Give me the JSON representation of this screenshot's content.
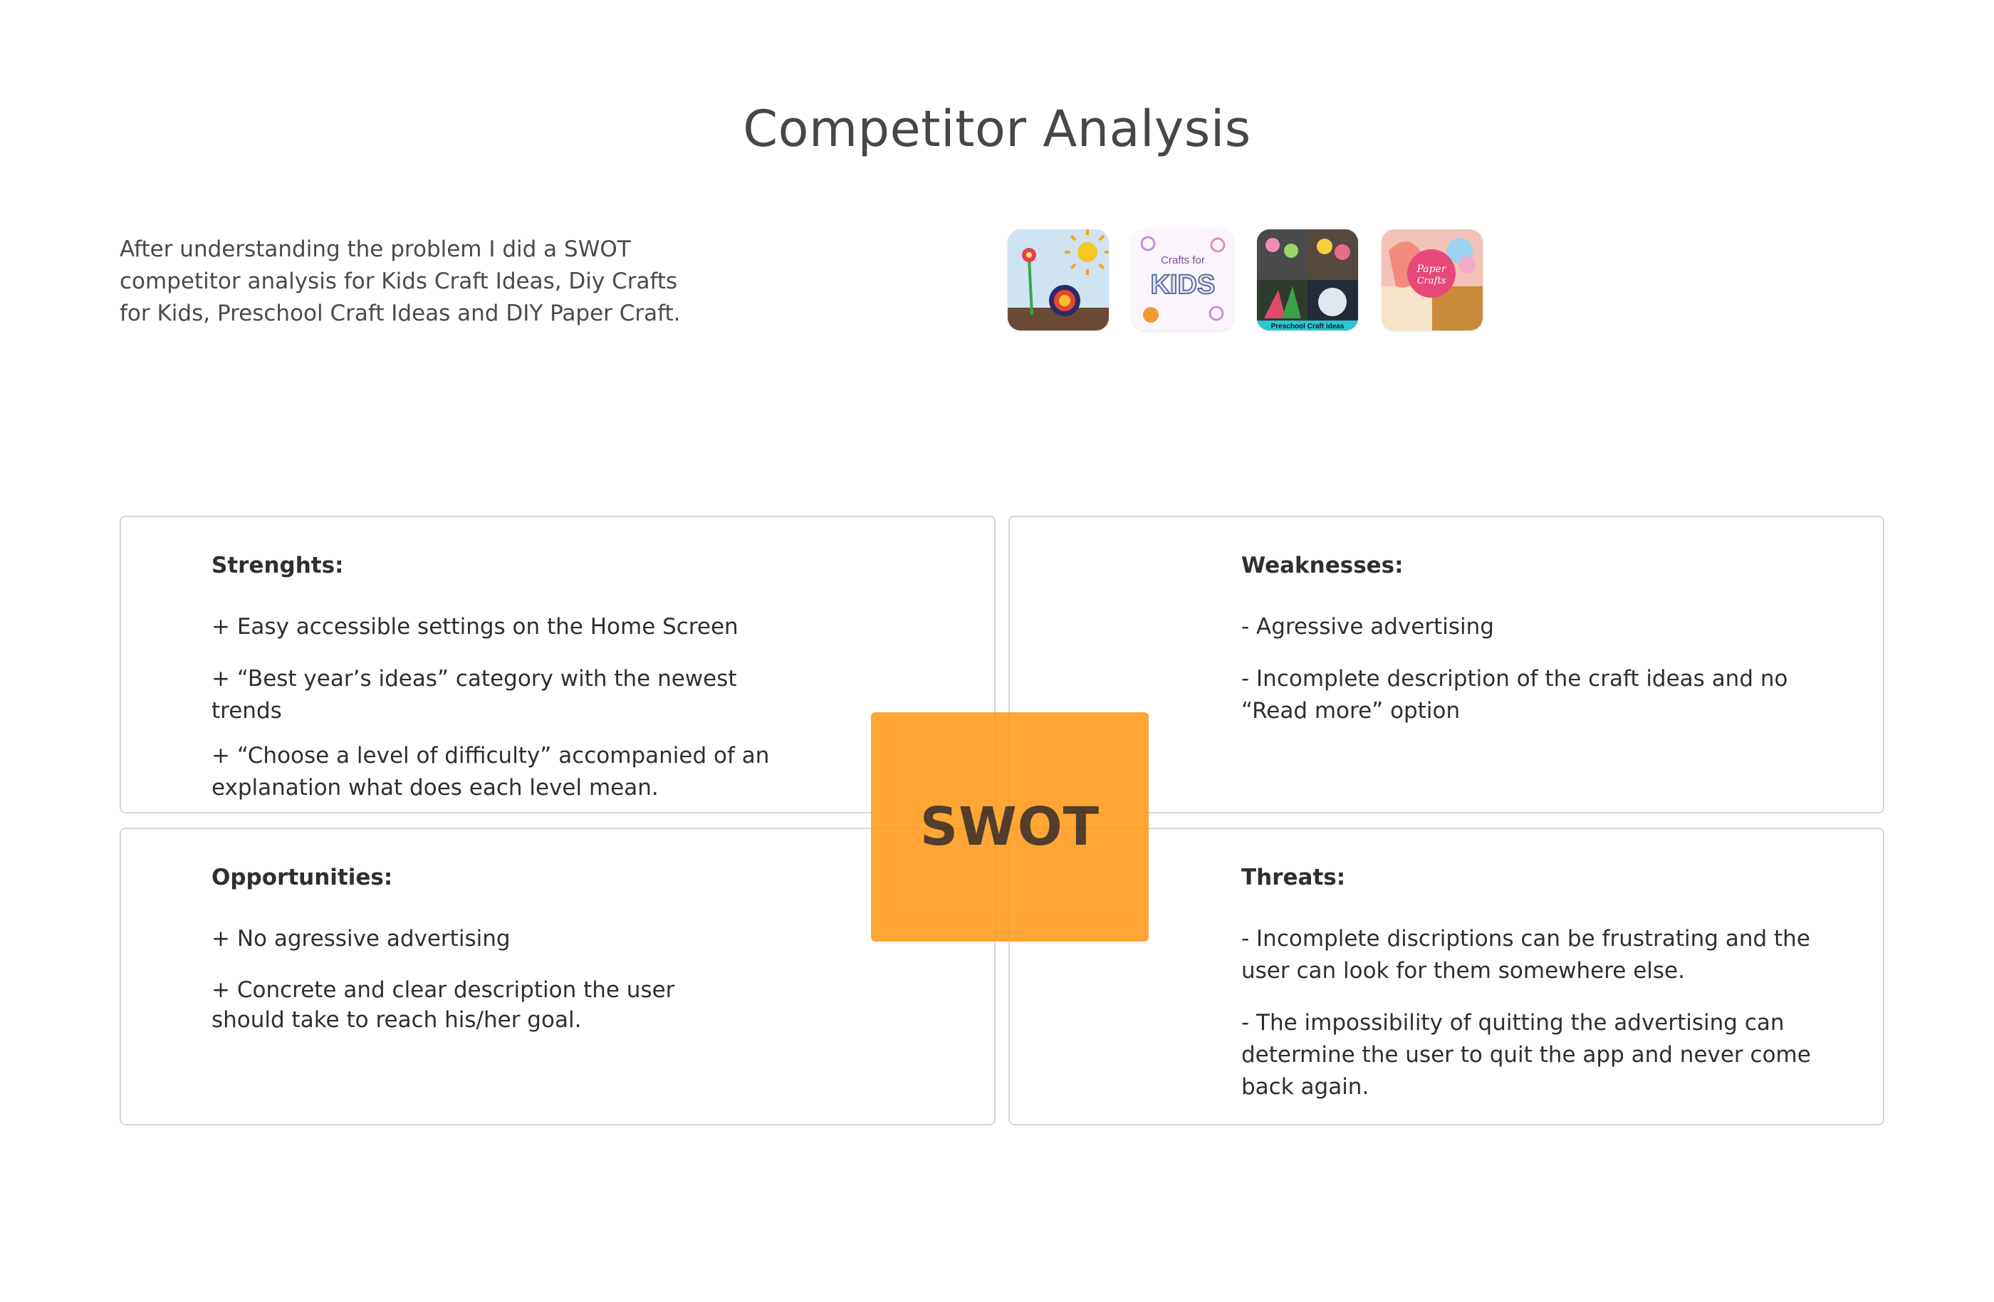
{
  "title": "Competitor Analysis",
  "intro": "After understanding the problem I did a SWOT competitor analysis for Kids Craft Ideas, Diy Crafts for Kids, Preschool Craft Ideas and DIY Paper Craft.",
  "app_icons": [
    {
      "icon": "kids-craft-ideas-app-icon"
    },
    {
      "icon": "diy-crafts-for-kids-app-icon",
      "line1": "Crafts for",
      "line2": "KIDS"
    },
    {
      "icon": "preschool-craft-ideas-app-icon",
      "caption": "Preschool Craft ideas"
    },
    {
      "icon": "diy-paper-craft-app-icon",
      "line1": "Paper",
      "line2": "Crafts"
    }
  ],
  "swot": {
    "center_label": "SWOT",
    "center_color": "#ff9a1a",
    "strengths": {
      "heading": "Strenghts:",
      "items": [
        "+ Easy accessible settings on the Home Screen",
        "+ “Best year’s ideas” category with the newest trends",
        "+ “Choose a level of difficulty” accompanied of an explanation what does each level mean."
      ]
    },
    "weaknesses": {
      "heading": "Weaknesses:",
      "items": [
        "- Agressive advertising",
        "- Incomplete description of the craft ideas and no “Read more” option"
      ]
    },
    "opportunities": {
      "heading": "Opportunities:",
      "items": [
        "+ No agressive advertising",
        "+ Concrete and clear description the user should take to reach his/her goal."
      ]
    },
    "threats": {
      "heading": "Threats:",
      "items": [
        "- Incomplete discriptions can be frustrating and the user can look for them somewhere else.",
        "- The impossibility of quitting the advertising can determine the user to quit the app and never come back again."
      ]
    }
  }
}
